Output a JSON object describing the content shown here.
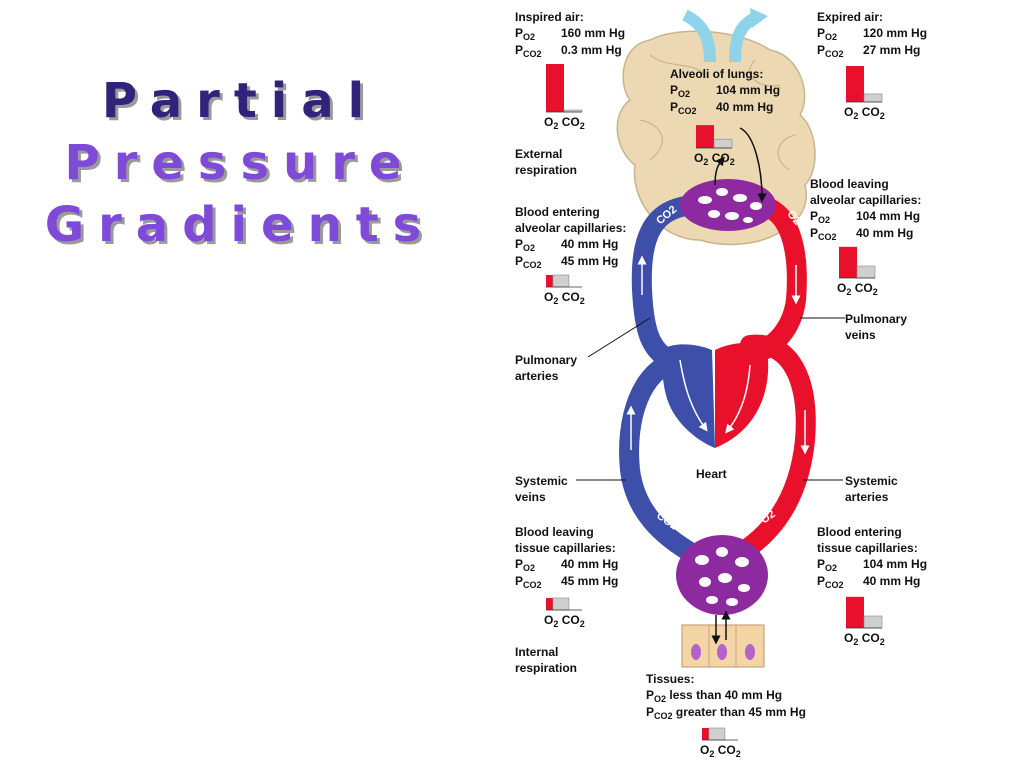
{
  "title": {
    "lines": [
      "Partial",
      "Pressure",
      "Gradients"
    ]
  },
  "colors": {
    "o2": "#e8102b",
    "co2": "#cfcfcf",
    "deoxy": "#3d4fa8",
    "oxy": "#e8102b",
    "capillary": "#8e2aa0",
    "lung": "#ecd9b3",
    "title_dark": "#33227a",
    "title_light": "#7f4ad8"
  },
  "labels": {
    "inspired": {
      "heading": "Inspired air:",
      "po2": "160 mm Hg",
      "pco2": "0.3 mm Hg"
    },
    "expired": {
      "heading": "Expired air:",
      "po2": "120 mm Hg",
      "pco2": "27 mm Hg"
    },
    "alveoli": {
      "heading": "Alveoli of lungs:",
      "po2": "104 mm Hg",
      "pco2": "40 mm Hg"
    },
    "external": {
      "line1": "External",
      "line2": "respiration"
    },
    "blood_entering_alveolar": {
      "line1": "Blood entering",
      "line2": "alveolar capillaries:",
      "po2": "40 mm Hg",
      "pco2": "45 mm Hg"
    },
    "blood_leaving_alveolar": {
      "line1": "Blood leaving",
      "line2": "alveolar capillaries:",
      "po2": "104 mm Hg",
      "pco2": "40 mm Hg"
    },
    "pulmonary_veins": {
      "line1": "Pulmonary",
      "line2": "veins"
    },
    "pulmonary_arteries": {
      "line1": "Pulmonary",
      "line2": "arteries"
    },
    "heart": "Heart",
    "systemic_veins": {
      "line1": "Systemic",
      "line2": "veins"
    },
    "systemic_arteries": {
      "line1": "Systemic",
      "line2": "arteries"
    },
    "blood_leaving_tissue": {
      "line1": "Blood leaving",
      "line2": "tissue capillaries:",
      "po2": "40 mm Hg",
      "pco2": "45 mm Hg"
    },
    "blood_entering_tissue": {
      "line1": "Blood entering",
      "line2": "tissue capillaries:",
      "po2": "104 mm Hg",
      "pco2": "40 mm Hg"
    },
    "internal": {
      "line1": "Internal",
      "line2": "respiration"
    },
    "tissues": {
      "heading": "Tissues:",
      "po2": "less than 40 mm Hg",
      "pco2": "greater than 45 mm Hg"
    },
    "p_prefix": "P",
    "o2_sub": "O2",
    "co2_sub": "CO2",
    "o2_text": "O",
    "co2_text": "CO",
    "sub2": "2",
    "vessel_co2": "CO2",
    "vessel_o2": "O2"
  },
  "bar_charts": [
    {
      "id": "inspired",
      "o2": 160,
      "co2": 0.3
    },
    {
      "id": "expired",
      "o2": 120,
      "co2": 27
    },
    {
      "id": "alveoli",
      "o2": 104,
      "co2": 40
    },
    {
      "id": "blood_entering_alveolar",
      "o2": 40,
      "co2": 45
    },
    {
      "id": "blood_leaving_alveolar",
      "o2": 104,
      "co2": 40
    },
    {
      "id": "blood_leaving_tissue",
      "o2": 40,
      "co2": 45
    },
    {
      "id": "blood_entering_tissue",
      "o2": 104,
      "co2": 40
    },
    {
      "id": "tissues",
      "o2": 40,
      "co2": 45
    }
  ]
}
